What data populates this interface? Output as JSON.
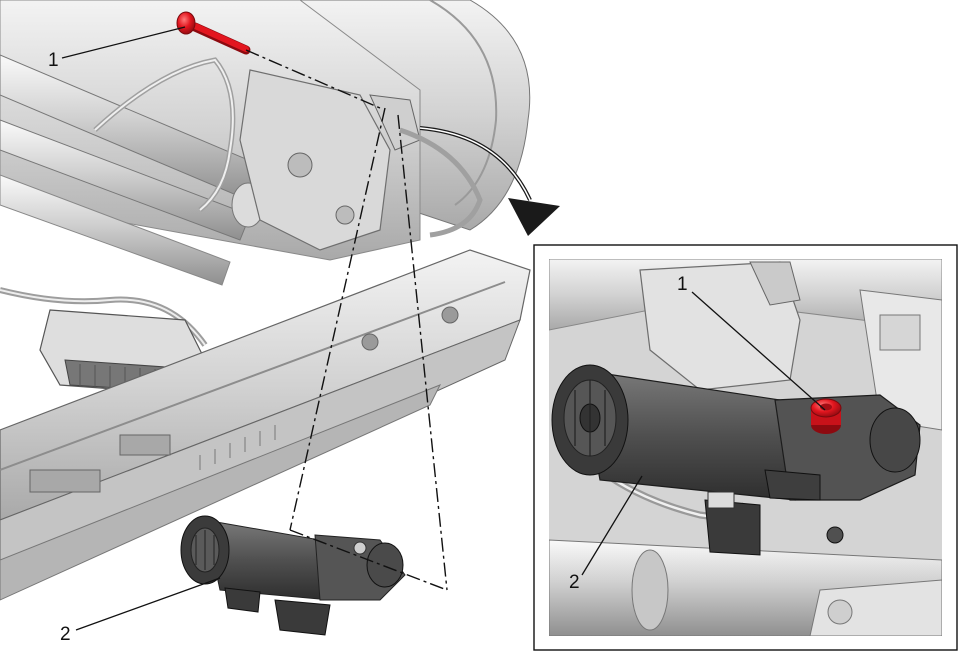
{
  "figure": {
    "callouts": [
      {
        "label": "1"
      },
      {
        "label": "2"
      }
    ],
    "detail_callouts": [
      {
        "label": "1"
      },
      {
        "label": "2"
      }
    ],
    "colors": {
      "highlight_part": "#e3161f",
      "metal_light": "#e6e6e6",
      "metal_mid": "#bdbdbd",
      "metal_dark": "#6a6a6a",
      "motor_body": "#4a4a4a",
      "outline": "#222222"
    }
  }
}
